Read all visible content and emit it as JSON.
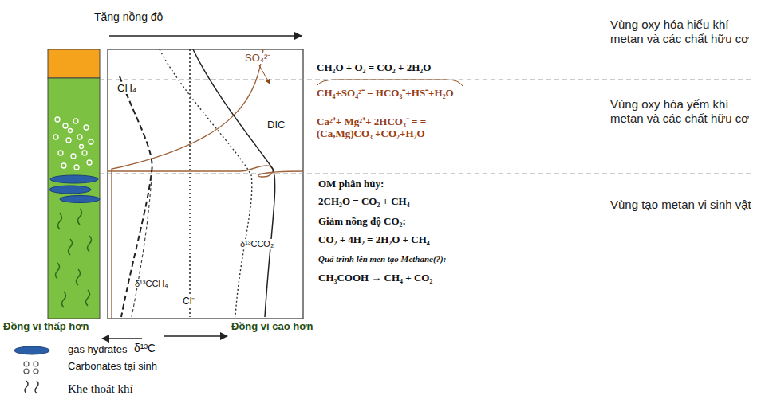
{
  "diagram": {
    "nodes": [
      {
        "text": [
          "CH₂O + O₂ = CO₂ + 2H₂O",
          "Vùng oxy hóa hiếu khí metan và các chất hữu cơ"
        ]
      },
      {
        "text": [
          "CH₄+SO₄²⁻ = HCO₃⁻+HS⁻+H₂O",
          "Ca²⁺+ Mg²⁺+ 2HCO₃⁻ = = (Ca,Mg)CO₃ +CO₂+H₂O",
          "Vùng oxy hóa yếm khí metan và các chất hữu cơ"
        ]
      },
      {
        "text": [
          "OM phân hủy:",
          "2CH₂O = CO₂ + CH₄",
          "Giảm nồng độ CO₂:",
          "CO₂ + 4H₂ = 2H₂O + CH₄",
          "Quá trình lên men tạo Methane(?):",
          "CH₃COOH → CH₄ + CO₂",
          "Vùng tạo metan vi sinh vật"
        ]
      }
    ],
    "labels": [
      "Tăng nồng độ",
      "SO₄²⁻",
      "CH₄",
      "DIC",
      "δ¹³CCH₄",
      "Cl⁻",
      "δ¹³CCO₂",
      "Đồng vị thấp hơn",
      "δ¹³C",
      "Đồng vị cao hơn"
    ],
    "legend": [
      {
        "text": "gas hydrates"
      },
      {
        "text": "Carbonates tại sinh"
      },
      {
        "text": "Khe thoát khí"
      }
    ]
  }
}
